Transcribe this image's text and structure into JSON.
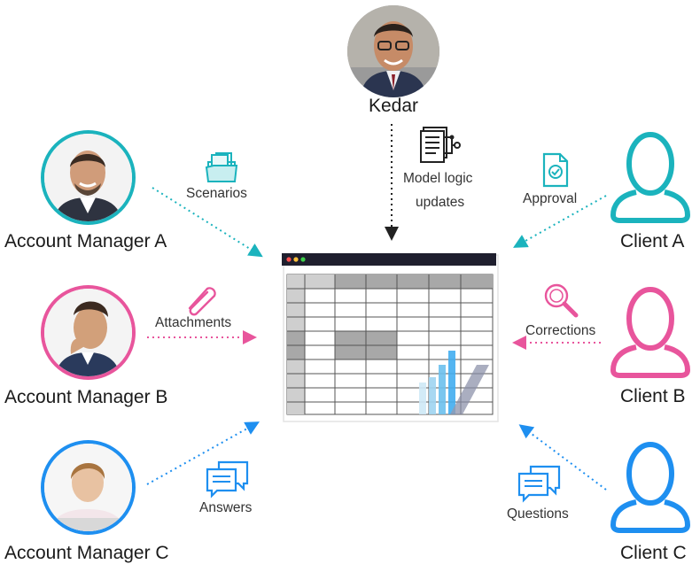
{
  "center": {
    "name": "Kedar",
    "label_line1": "Model logic",
    "label_line2": "updates"
  },
  "managers": [
    {
      "name": "Account Manager A",
      "label": "Scenarios",
      "color": "#1bb3bd"
    },
    {
      "name": "Account Manager B",
      "label": "Attachments",
      "color": "#e8559c"
    },
    {
      "name": "Account Manager C",
      "label": "Answers",
      "color": "#1e8ff0"
    }
  ],
  "clients": [
    {
      "name": "Client A",
      "label": "Approval",
      "color": "#1bb3bd"
    },
    {
      "name": "Client B",
      "label": "Corrections",
      "color": "#e8559c"
    },
    {
      "name": "Client C",
      "label": "Questions",
      "color": "#1e8ff0"
    }
  ],
  "icons": {
    "scenarios": "folder-icon",
    "attachments": "paperclip-icon",
    "answers": "chat-bubbles-icon",
    "approval": "approved-document-icon",
    "corrections": "magnifier-icon",
    "questions": "chat-bubbles-icon",
    "model": "document-flow-icon"
  }
}
